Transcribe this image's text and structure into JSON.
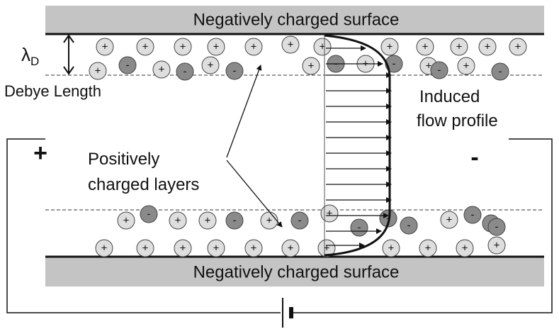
{
  "top_surface_label": "Negatively charged surface",
  "bottom_surface_label": "Negatively charged surface",
  "debye_symbol": "λ",
  "debye_subscript": "D",
  "debye_label": "Debye Length",
  "flow_label_line1": "Induced",
  "flow_label_line2": "flow profile",
  "layers_label_line1": "Positively",
  "layers_label_line2": "charged layers",
  "electrode_positive": "+",
  "electrode_negative": "-",
  "ion_signs": {
    "cation": "+",
    "anion": "-"
  },
  "colors": {
    "surface": "#c4c4c4",
    "cation": "#dedede",
    "anion": "#8a8a8a"
  }
}
